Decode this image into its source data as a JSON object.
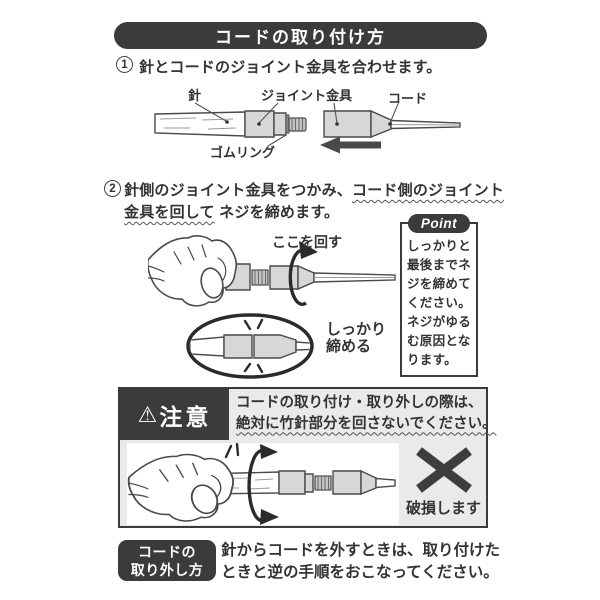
{
  "header": {
    "title": "コードの取り付け方"
  },
  "step1": {
    "number": "1",
    "text": "針とコードのジョイント金具を合わせます。",
    "diagram": {
      "needle_label": "針",
      "joint_label": "ジョイント金具",
      "cord_label": "コード",
      "rubber_ring_label": "ゴムリング"
    }
  },
  "step2": {
    "number": "2",
    "line1_normal": "針側のジョイント金具をつかみ、",
    "line1_emphasis": "コード側のジョイント",
    "line2_emphasis": "金具を回して",
    "line2_normal": " ネジを締めます。",
    "diagram": {
      "turn_here_label": "ここを回す",
      "tighten_label_line1": "しっかり",
      "tighten_label_line2": "締める"
    }
  },
  "point_box": {
    "title": "Point",
    "body": "しっかりと最後までネジを締めてください。ネジがゆるむ原因となります。"
  },
  "caution_box": {
    "icon": "⚠",
    "label": "注意",
    "line1": "コードの取り付け・取り外しの際は、",
    "line2": "絶対に竹針部分を回さないでください。",
    "damage_label": "破損します"
  },
  "detach_section": {
    "label_line1": "コードの",
    "label_line2": "取り外し方",
    "line1": "針からコードを外すときは、取り付けた",
    "line2": "ときと逆の手順をおこなってください。"
  },
  "colors": {
    "dark": "#3b3b3b",
    "body_text": "#333333",
    "fitting_gray": "#d7d7d7",
    "caution_bg": "#eaeaea"
  }
}
